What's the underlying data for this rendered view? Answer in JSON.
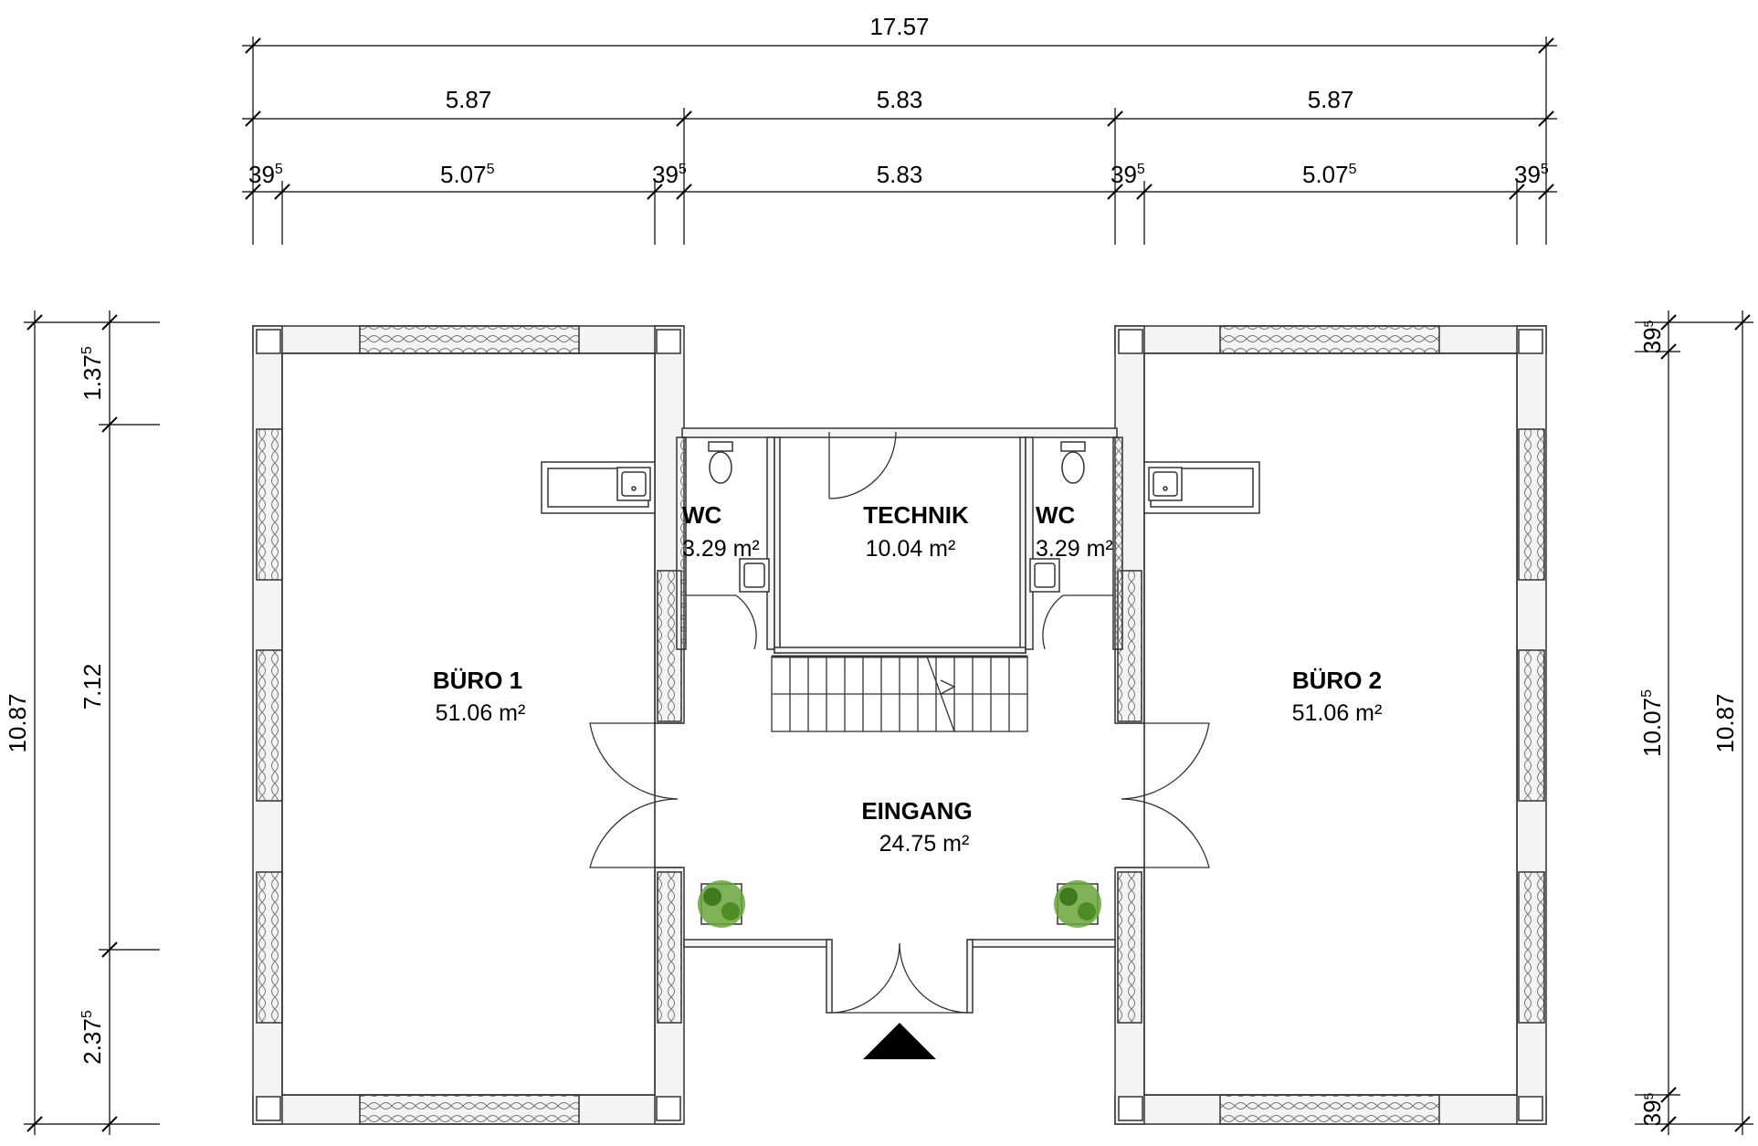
{
  "dimensions": {
    "top_overall": "17.57",
    "top_mid": [
      "5.87",
      "5.83",
      "5.87"
    ],
    "top_detail": {
      "wall": "39",
      "wall_sup": "5",
      "left_room": "5.07",
      "left_room_sup": "5",
      "center": "5.83",
      "right_room": "5.07",
      "right_room_sup": "5"
    },
    "left_overall": "10.87",
    "left_top": "1.37",
    "left_top_sup": "5",
    "left_mid": "7.12",
    "left_bottom": "2.37",
    "left_bottom_sup": "5",
    "right_overall": "10.87",
    "right_mid": "10.07",
    "right_mid_sup": "5",
    "right_wall": "39",
    "right_wall_sup": "5"
  },
  "rooms": {
    "buero1": {
      "name": "BÜRO 1",
      "area": "51.06 m²"
    },
    "buero2": {
      "name": "BÜRO 2",
      "area": "51.06 m²"
    },
    "technik": {
      "name": "TECHNIK",
      "area": "10.04 m²"
    },
    "wc_left": {
      "name": "WC",
      "area": "3.29 m²"
    },
    "wc_right": {
      "name": "WC",
      "area": "3.29 m²"
    },
    "eingang": {
      "name": "EINGANG",
      "area": "24.75 m²"
    }
  },
  "symbols": {
    "entrance_marker": "triangle-icon",
    "plants": "plant-icon",
    "toilets": "toilet-icon",
    "sinks": "sink-icon"
  }
}
